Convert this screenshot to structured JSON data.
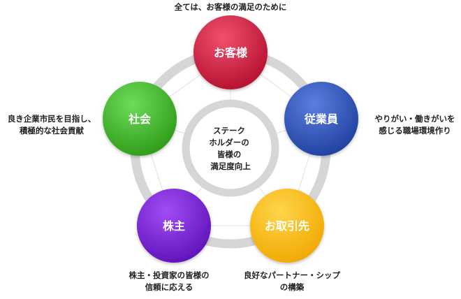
{
  "center": {
    "lines": [
      "ステーク",
      "ホルダーの",
      "皆様の",
      "満足度向上"
    ]
  },
  "nodes": [
    {
      "label": "お客様",
      "colors": [
        "#f0506e",
        "#b3102e"
      ]
    },
    {
      "label": "従業員",
      "colors": [
        "#5a7fe0",
        "#1f3f9e"
      ]
    },
    {
      "label": "お取引先",
      "colors": [
        "#ffd54a",
        "#f0a800"
      ]
    },
    {
      "label": "株主",
      "colors": [
        "#a24cf5",
        "#5d12b8"
      ]
    },
    {
      "label": "社会",
      "colors": [
        "#6fdb5a",
        "#2d9a18"
      ]
    }
  ],
  "captions": {
    "customers": "全ては、お客様の満足のために",
    "employees": "やりがい・働きがいを\n感じる職場環境作り",
    "partners": "良好なパートナー・シップ\nの構築",
    "shareholders": "株主・投資家の皆様の\n信頼に応える",
    "society": "良き企業市民を目指し、\n積極的な社会貢献"
  },
  "ring_color": "#d6d6d6"
}
